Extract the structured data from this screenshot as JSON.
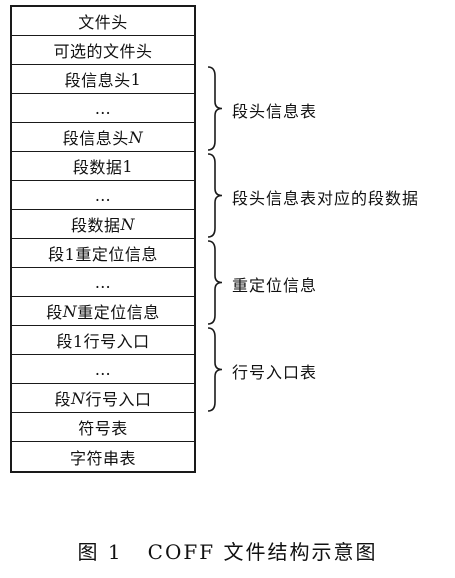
{
  "rows": [
    {
      "text": "文件头"
    },
    {
      "text": "可选的文件头"
    },
    {
      "pre": "段信息头",
      "italic": "",
      "post": "1"
    },
    {
      "text": "…"
    },
    {
      "pre": "段信息头",
      "italic": "N",
      "post": ""
    },
    {
      "pre": "段数据",
      "italic": "",
      "post": "1"
    },
    {
      "text": "…"
    },
    {
      "pre": "段数据",
      "italic": "N",
      "post": ""
    },
    {
      "pre": "段",
      "italic": "",
      "post": "1重定位信息"
    },
    {
      "text": "…"
    },
    {
      "pre": "段",
      "italic": "N",
      "post": "重定位信息"
    },
    {
      "pre": "段",
      "italic": "",
      "post": "1行号入口"
    },
    {
      "text": "…"
    },
    {
      "pre": "段",
      "italic": "N",
      "post": "行号入口"
    },
    {
      "text": "符号表"
    },
    {
      "text": "字符串表"
    }
  ],
  "groups": [
    {
      "label": "段头信息表",
      "first": 2,
      "last": 4
    },
    {
      "label": "段头信息表对应的段数据",
      "first": 5,
      "last": 7
    },
    {
      "label": "重定位信息",
      "first": 8,
      "last": 10
    },
    {
      "label": "行号入口表",
      "first": 11,
      "last": 13
    }
  ],
  "caption": "图 1   COFF 文件结构示意图"
}
